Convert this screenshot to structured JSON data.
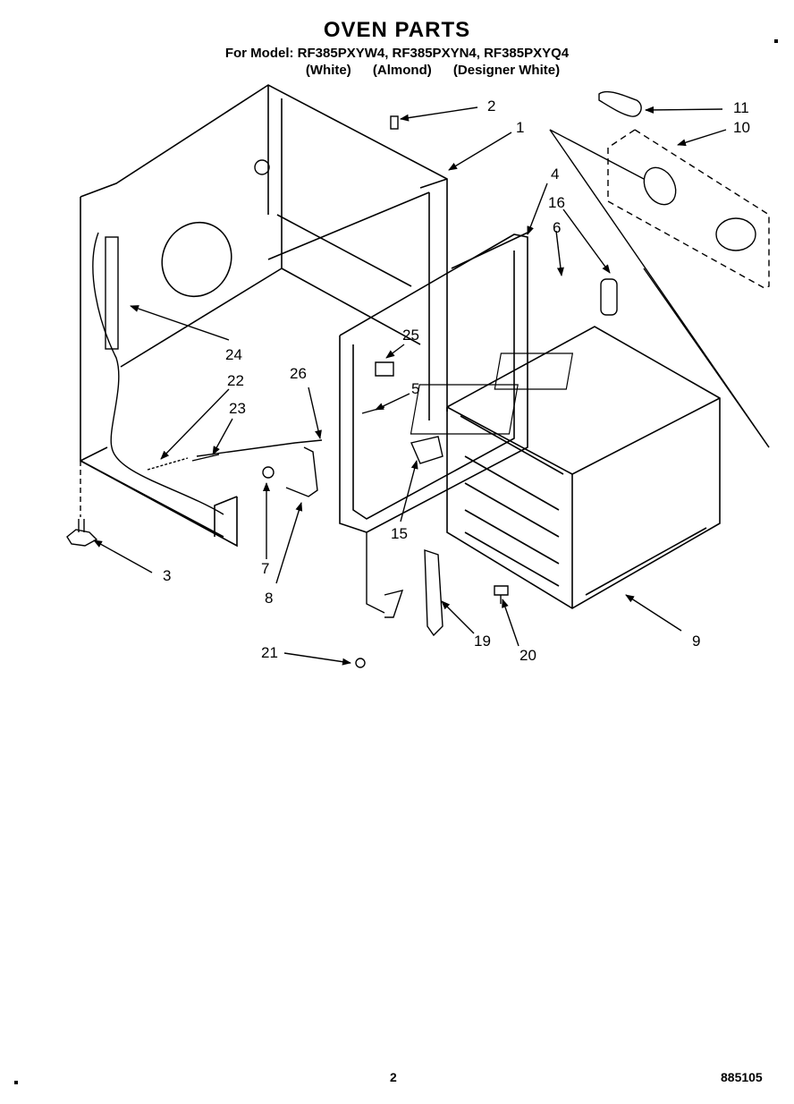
{
  "header": {
    "title": "OVEN PARTS",
    "models": "For Model: RF385PXYW4, RF385PXYN4, RF385PXYQ4",
    "colors": [
      "(White)",
      "(Almond)",
      "(Designer White)"
    ]
  },
  "callouts": [
    {
      "id": "c1",
      "label": "1"
    },
    {
      "id": "c2",
      "label": "2"
    },
    {
      "id": "c3",
      "label": "3"
    },
    {
      "id": "c4",
      "label": "4"
    },
    {
      "id": "c5",
      "label": "5"
    },
    {
      "id": "c6",
      "label": "6"
    },
    {
      "id": "c7",
      "label": "7"
    },
    {
      "id": "c8",
      "label": "8"
    },
    {
      "id": "c9",
      "label": "9"
    },
    {
      "id": "c10",
      "label": "10"
    },
    {
      "id": "c11",
      "label": "11"
    },
    {
      "id": "c15",
      "label": "15"
    },
    {
      "id": "c16",
      "label": "16"
    },
    {
      "id": "c19",
      "label": "19"
    },
    {
      "id": "c20",
      "label": "20"
    },
    {
      "id": "c21",
      "label": "21"
    },
    {
      "id": "c22",
      "label": "22"
    },
    {
      "id": "c23",
      "label": "23"
    },
    {
      "id": "c24",
      "label": "24"
    },
    {
      "id": "c25",
      "label": "25"
    },
    {
      "id": "c26",
      "label": "26"
    }
  ],
  "footer": {
    "page": "2",
    "code": "885105"
  }
}
